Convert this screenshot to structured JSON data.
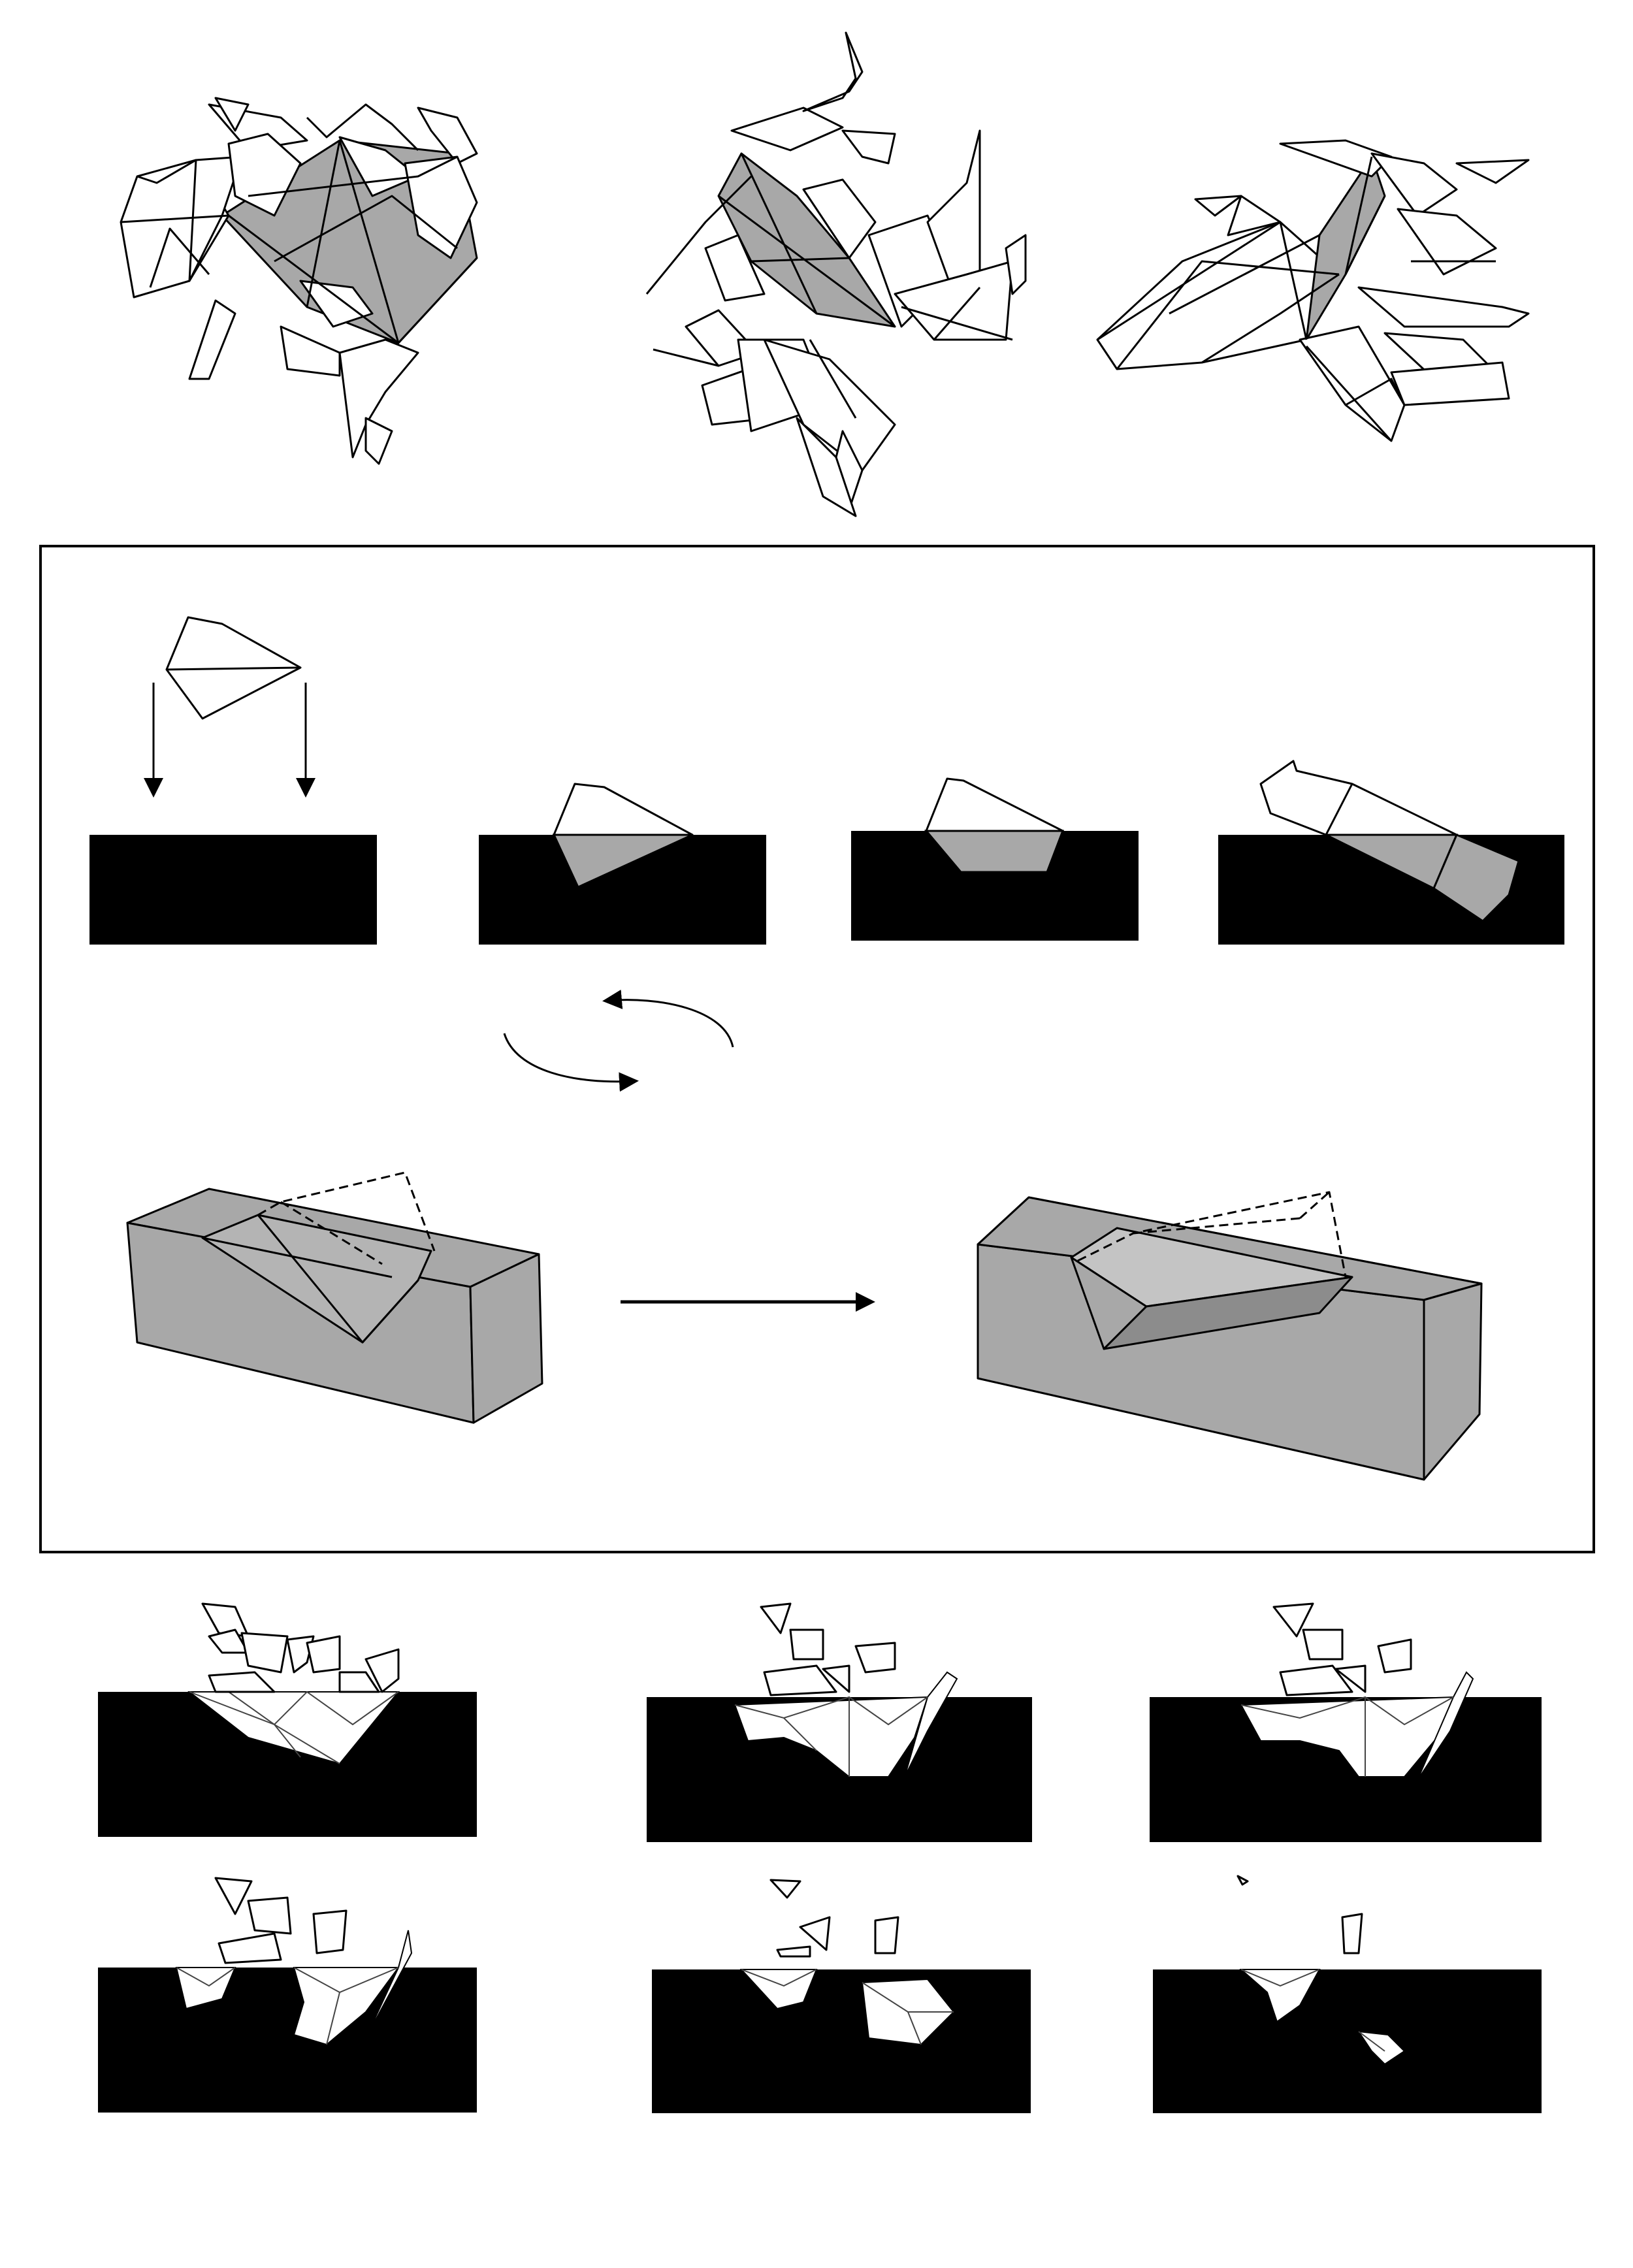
{
  "colors": {
    "ink": "#000000",
    "paper": "#ffffff",
    "shade": "#a8a8a8",
    "shade_light": "#c4c4c4",
    "shade_dark": "#8c8c8c"
  },
  "panels": {
    "top_row": [
      "crumpled-ball-view-1",
      "crumpled-ball-view-2",
      "crumpled-ball-view-3"
    ],
    "middle_box": [
      "shape-drop-sequence",
      "rotation-arrows",
      "block-transform"
    ],
    "bottom_grid_rows": 2,
    "bottom_grid_cols": 3
  },
  "icons": {
    "drop_arrow": "arrow-down-icon",
    "transform_arrow": "arrow-right-icon",
    "rotate_arrow": "curved-arrow-icon"
  }
}
